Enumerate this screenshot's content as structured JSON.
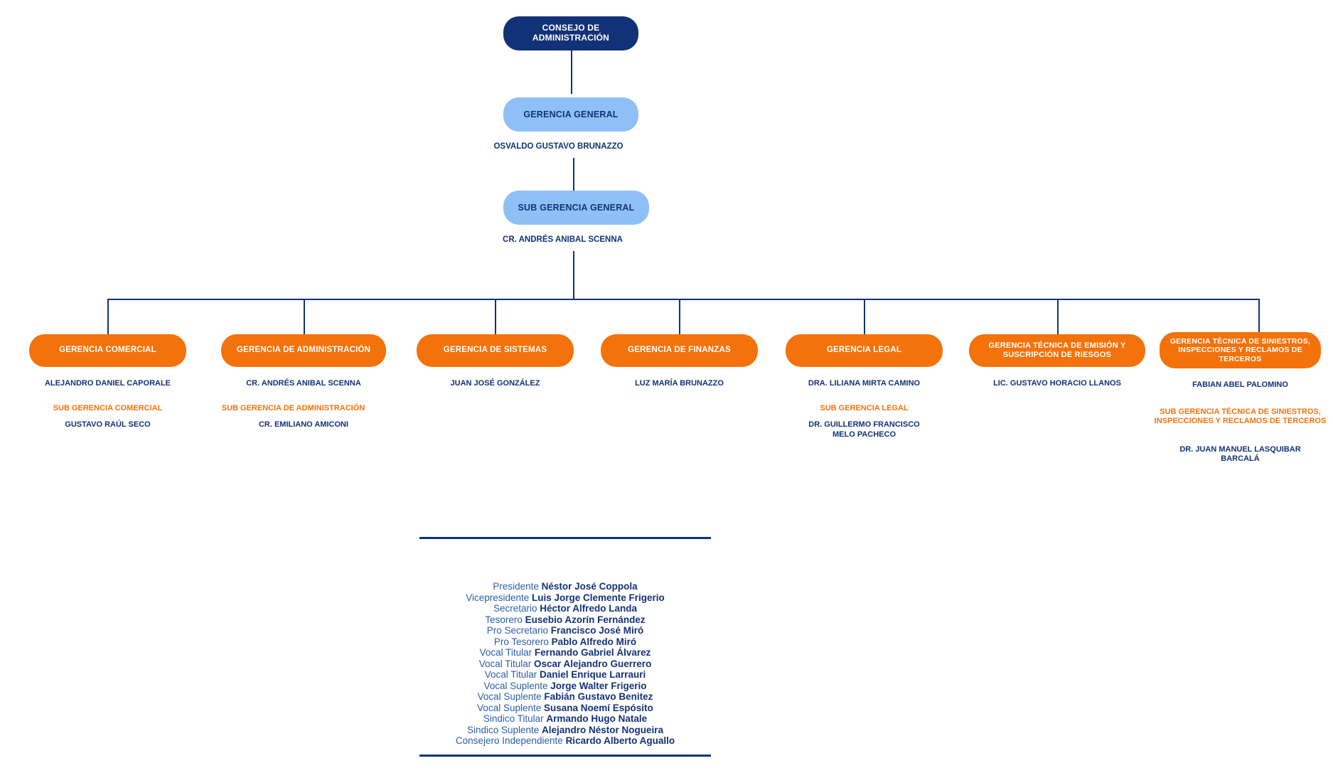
{
  "org": {
    "root": {
      "title": "CONSEJO DE ADMINISTRACIÓN"
    },
    "general_management": {
      "title": "GERENCIA GENERAL",
      "person": "OSVALDO GUSTAVO BRUNAZZO"
    },
    "sub_general_management": {
      "title": "SUB GERENCIA GENERAL",
      "person": "CR. ANDRÉS ANIBAL SCENNA"
    },
    "departments": [
      {
        "title": "GERENCIA COMERCIAL",
        "person": "ALEJANDRO DANIEL CAPORALE",
        "sub_title": "SUB GERENCIA COMERCIAL",
        "sub_person": "GUSTAVO RAÚL SECO"
      },
      {
        "title": "GERENCIA DE ADMINISTRACIÓN",
        "person": "CR. ANDRÉS ANIBAL SCENNA",
        "sub_title": "SUB GERENCIA DE ADMINISTRACIÓN",
        "sub_person": "CR. EMILIANO AMICONI"
      },
      {
        "title": "GERENCIA DE SISTEMAS",
        "person": "JUAN JOSÉ GONZÁLEZ",
        "sub_title": "",
        "sub_person": ""
      },
      {
        "title": "GERENCIA DE FINANZAS",
        "person": "LUZ MARÍA BRUNAZZO",
        "sub_title": "",
        "sub_person": ""
      },
      {
        "title": "GERENCIA LEGAL",
        "person": "DRA. LILIANA MIRTA CAMINO",
        "sub_title": "SUB GERENCIA LEGAL",
        "sub_person": "DR. GUILLERMO FRANCISCO MELO PACHECO"
      },
      {
        "title": "GERENCIA TÉCNICA DE EMISIÓN Y SUSCRIPCIÓN DE RIESGOS",
        "person": "LIC. GUSTAVO HORACIO LLANOS",
        "sub_title": "",
        "sub_person": ""
      },
      {
        "title": "GERENCIA TÉCNICA DE SINIESTROS, INSPECCIONES Y RECLAMOS DE TERCEROS",
        "person": "FABIAN ABEL PALOMINO",
        "sub_title": "SUB GERENCIA TÉCNICA DE SINIESTROS, INSPECCIONES Y RECLAMOS DE TERCEROS",
        "sub_person": "DR. JUAN MANUEL LASQUIBAR BARCALÁ"
      }
    ]
  },
  "board": {
    "members": [
      {
        "role": "Presidente",
        "name": "Néstor José Coppola"
      },
      {
        "role": "Vicepresidente",
        "name": "Luis Jorge Clemente Frigerio"
      },
      {
        "role": "Secretario",
        "name": "Héctor Alfredo Landa"
      },
      {
        "role": "Tesorero",
        "name": "Eusebio Azorín Fernández"
      },
      {
        "role": "Pro Secretario",
        "name": "Francisco José Miró"
      },
      {
        "role": "Pro Tesorero",
        "name": "Pablo Alfredo Miró"
      },
      {
        "role": "Vocal Titular",
        "name": "Fernando Gabriel Álvarez"
      },
      {
        "role": "Vocal Titular",
        "name": "Oscar Alejandro Guerrero"
      },
      {
        "role": "Vocal Titular",
        "name": "Daniel Enrique Larrauri"
      },
      {
        "role": "Vocal Suplente",
        "name": "Jorge Walter Frigerio"
      },
      {
        "role": "Vocal Suplente",
        "name": "Fabián Gustavo Benitez"
      },
      {
        "role": "Vocal Suplente",
        "name": "Susana Noemí Espósito"
      },
      {
        "role": "Sindico Titular",
        "name": "Armando Hugo Natale"
      },
      {
        "role": "Sindico Suplente",
        "name": "Alejandro Néstor Nogueira"
      },
      {
        "role": "Consejero Independiente",
        "name": "Ricardo Alberto Aguallo"
      }
    ]
  },
  "colors": {
    "navy": "#123277",
    "light_blue": "#8FC0F5",
    "orange": "#F4720B",
    "background": "#ffffff"
  }
}
